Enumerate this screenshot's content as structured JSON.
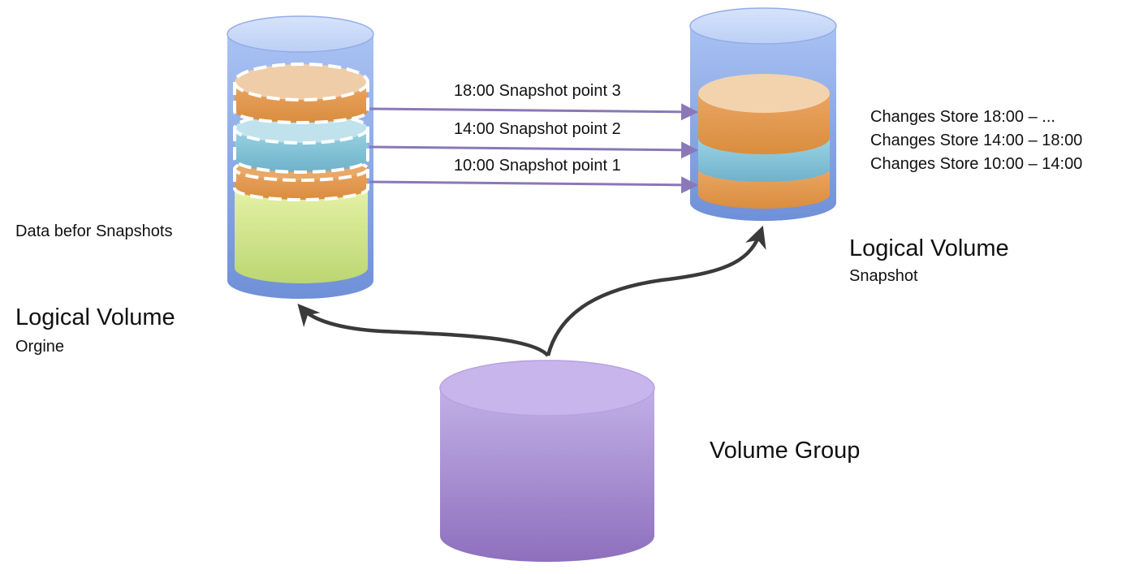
{
  "origin": {
    "title": "Logical Volume",
    "subtitle": "Orgine",
    "data_label": "Data befor Snapshots"
  },
  "snapshot": {
    "title": "Logical Volume",
    "subtitle": "Snapshot"
  },
  "volume_group": {
    "label": "Volume Group"
  },
  "snapshot_points": [
    {
      "label": "18:00 Snapshot point 3"
    },
    {
      "label": "14:00 Snapshot point 2"
    },
    {
      "label": "10:00 Snapshot point 1"
    }
  ],
  "changes_stores": [
    {
      "label": "Changes Store 18:00 –  ..."
    },
    {
      "label": "Changes Store 14:00 – 18:00"
    },
    {
      "label": "Changes Store 10:00 – 14:00"
    }
  ],
  "colors": {
    "volume_blue": "#8aa8e6",
    "data_green": "#cfe38a",
    "segment_orange": "#e7a45a",
    "segment_blue": "#8fc9d9",
    "volume_group_purple": "#a78ccd",
    "arrow_purple": "#8a78b8",
    "arrow_dark": "#3a3a3a"
  }
}
